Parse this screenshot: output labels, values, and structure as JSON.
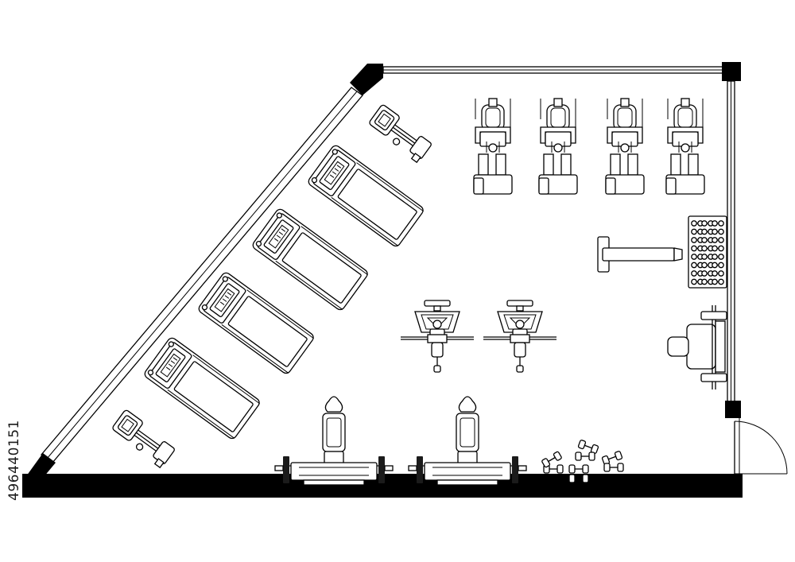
{
  "image_id_text": "496440151",
  "colors": {
    "wall": "#000000",
    "line": "#000000",
    "background": "#ffffff"
  },
  "equipment": {
    "treadmills": 4,
    "exercise_bikes": 4,
    "elliptical_machines": 2,
    "chest_press_machines": 2,
    "leg_press_machines": 2,
    "dumbbell_rack": 1,
    "bench_press": 1,
    "flat_bench": 1,
    "dumbbell_pairs": 5
  },
  "room": {
    "door": "swing-door-right-wall",
    "glass_wall": "diagonal-left-wall"
  }
}
